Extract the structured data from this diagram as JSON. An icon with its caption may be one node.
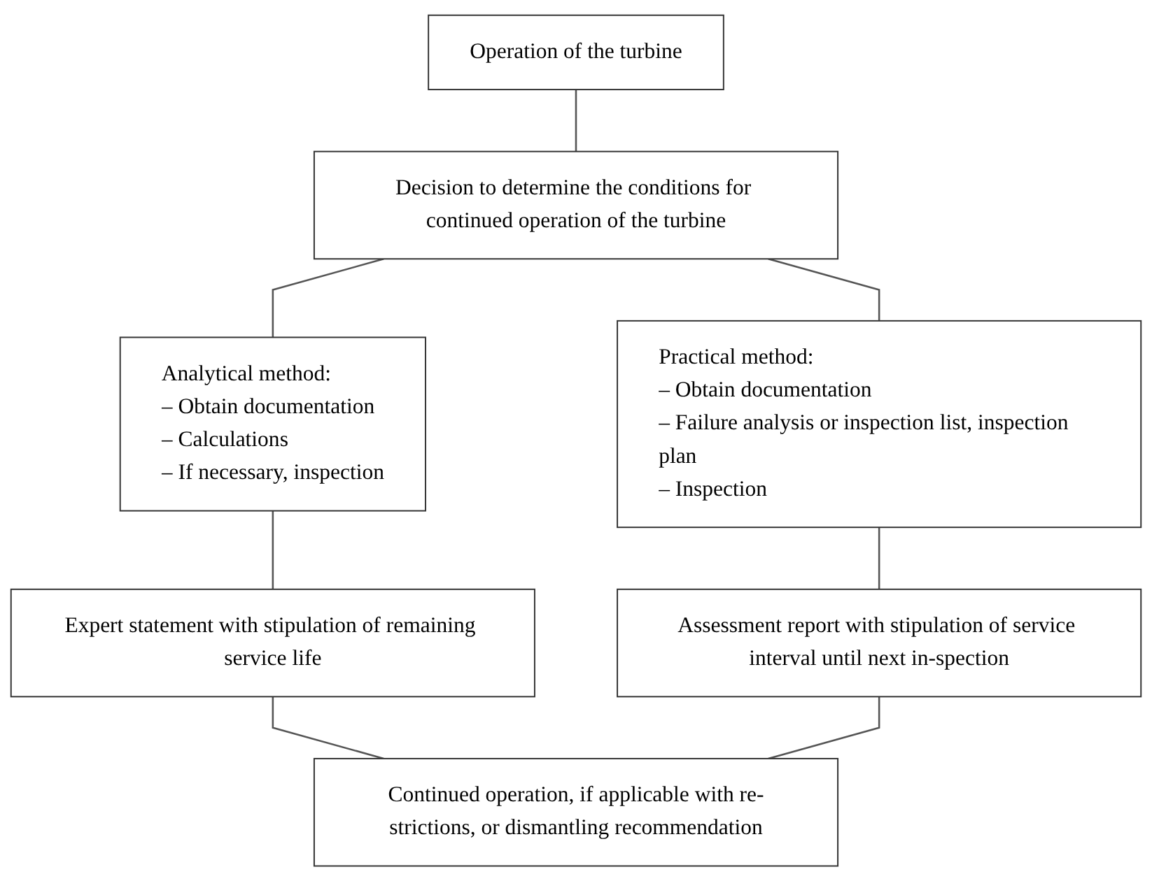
{
  "diagram": {
    "nodes": [
      {
        "text": [
          "Operation of the turbine"
        ]
      },
      {
        "text": [
          "Decision to determine the conditions for continued operation of the turbine"
        ]
      },
      {
        "text": [
          "Analytical method:",
          "– Obtain documentation",
          "– Calculations",
          "– If necessary, inspection"
        ]
      },
      {
        "text": [
          "Practical method:",
          "– Obtain documentation",
          "– Failure analysis or inspection list, inspection plan",
          "– Inspection"
        ]
      },
      {
        "text": [
          "Expert statement with stipulation of remaining service life"
        ]
      },
      {
        "text": [
          "Assessment report with stipulation of service interval until next in-spection"
        ]
      },
      {
        "text": [
          "Continued operation, if applicable with re-strictions, or dismantling recommendation"
        ]
      }
    ],
    "edges": [
      {
        "from": 0,
        "to": 1,
        "arrow": "none"
      },
      {
        "from": 1,
        "to": 2,
        "arrow": "none"
      },
      {
        "from": 1,
        "to": 3,
        "arrow": "none"
      },
      {
        "from": 2,
        "to": 4,
        "arrow": "none"
      },
      {
        "from": 3,
        "to": 5,
        "arrow": "none"
      },
      {
        "from": 4,
        "to": 6,
        "arrow": "none"
      },
      {
        "from": 5,
        "to": 6,
        "arrow": "none"
      }
    ]
  }
}
